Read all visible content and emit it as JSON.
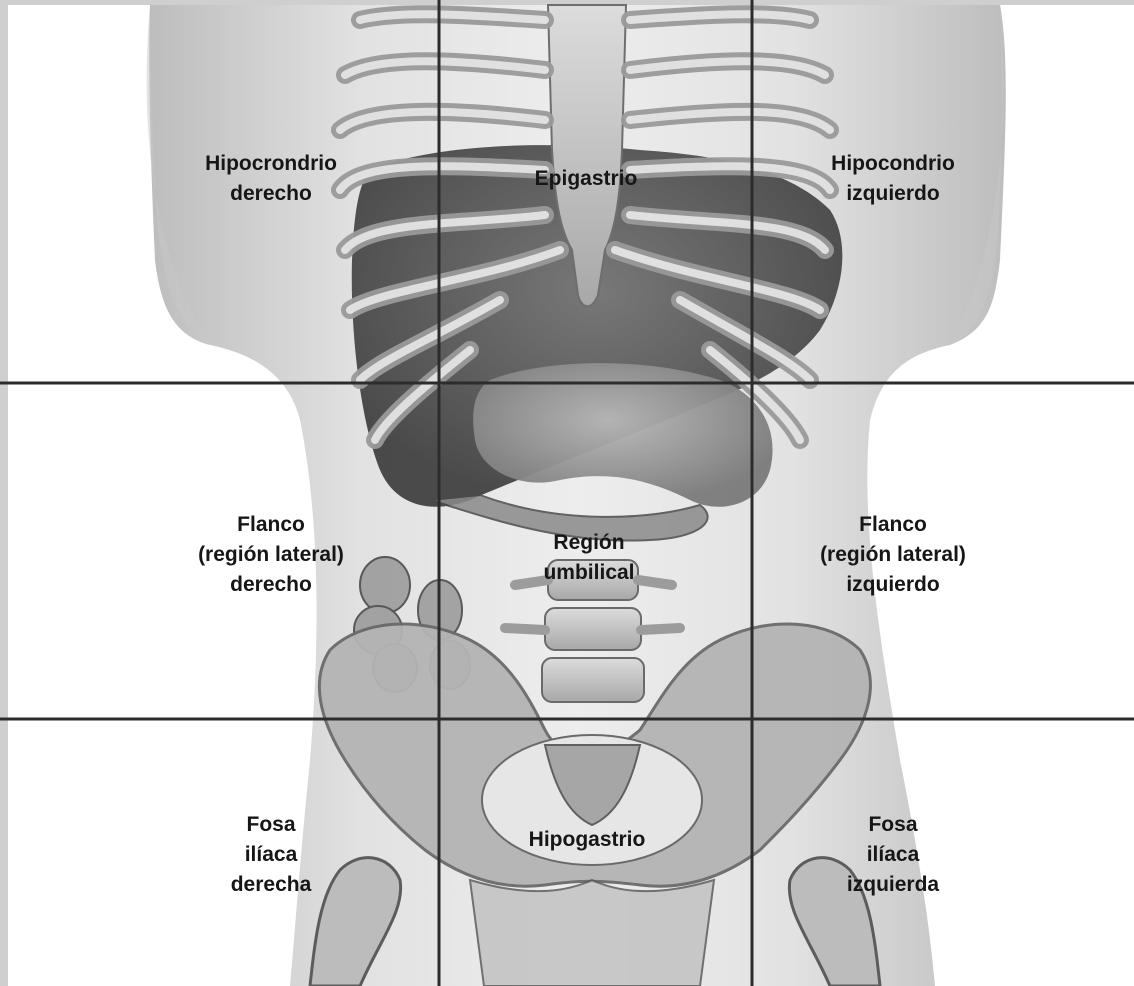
{
  "regions": {
    "hipocondrio_derecho": [
      "Hipocrondrio",
      "derecho"
    ],
    "epigastrio": [
      "Epigastrio"
    ],
    "hipocondrio_izquierdo": [
      "Hipocondrio",
      "izquierdo"
    ],
    "flanco_derecho": [
      "Flanco",
      "(región lateral)",
      "derecho"
    ],
    "region_umbilical": [
      "Región",
      "umbilical"
    ],
    "flanco_izquierdo": [
      "Flanco",
      "(región lateral)",
      "izquierdo"
    ],
    "fosa_iliaca_derecha": [
      "Fosa",
      "ilíaca",
      "derecha"
    ],
    "hipogastrio": [
      "Hipogastrio"
    ],
    "fosa_iliaca_izquierda": [
      "Fosa",
      "ilíaca",
      "izquierda"
    ]
  },
  "colors": {
    "grid_line": "#2c2c2c",
    "text": "#161616",
    "background": "#ffffff"
  }
}
